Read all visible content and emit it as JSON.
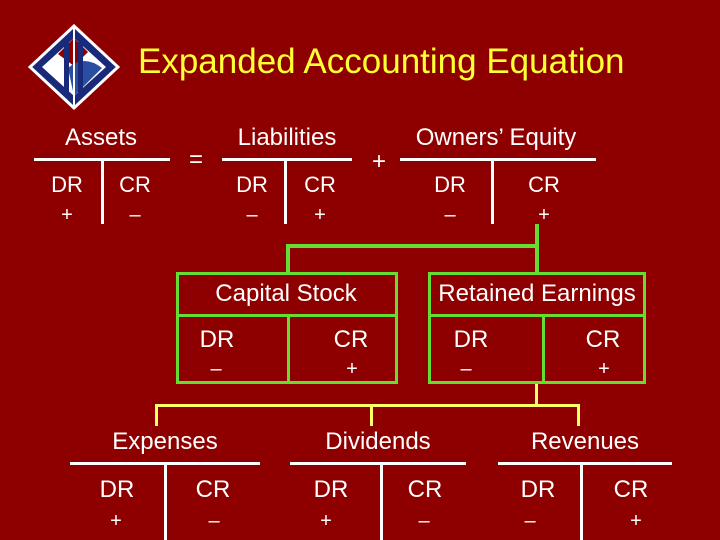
{
  "title": "Expanded Accounting Equation",
  "equation": {
    "assets": {
      "label": "Assets",
      "dr": "DR",
      "cr": "CR",
      "dr_sign": "+",
      "cr_sign": "–"
    },
    "equals": "=",
    "liabilities": {
      "label": "Liabilities",
      "dr": "DR",
      "cr": "CR",
      "dr_sign": "–",
      "cr_sign": "+"
    },
    "plus": "+",
    "owners_equity": {
      "label": "Owners’ Equity",
      "dr": "DR",
      "cr": "CR",
      "dr_sign": "–",
      "cr_sign": "+"
    }
  },
  "equity_parts": {
    "capital_stock": {
      "label": "Capital Stock",
      "dr": "DR",
      "cr": "CR",
      "dr_sign": "–",
      "cr_sign": "+"
    },
    "retained_earnings": {
      "label": "Retained Earnings",
      "dr": "DR",
      "cr": "CR",
      "dr_sign": "–",
      "cr_sign": "+"
    }
  },
  "re_parts": {
    "expenses": {
      "label": "Expenses",
      "dr": "DR",
      "cr": "CR",
      "dr_sign": "+",
      "cr_sign": "–"
    },
    "dividends": {
      "label": "Dividends",
      "dr": "DR",
      "cr": "CR",
      "dr_sign": "+",
      "cr_sign": "–"
    },
    "revenues": {
      "label": "Revenues",
      "dr": "DR",
      "cr": "CR",
      "dr_sign": "–",
      "cr_sign": "+"
    }
  },
  "colors": {
    "background": "#8e0000",
    "title": "#ffff33",
    "green_box": "#66dd33",
    "yellow_line": "#ffff66"
  }
}
